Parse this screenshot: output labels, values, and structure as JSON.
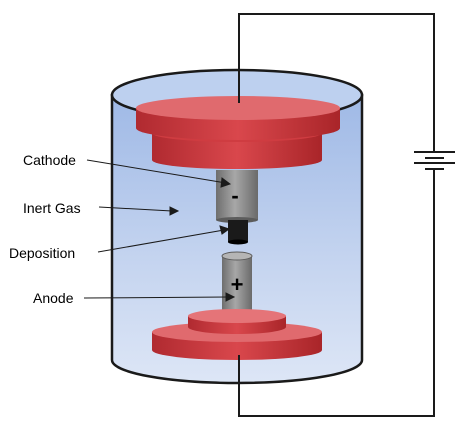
{
  "diagram": {
    "labels": {
      "cathode": "Cathode",
      "inert_gas": "Inert Gas",
      "deposition": "Deposition",
      "anode": "Anode"
    },
    "signs": {
      "cathode": "-",
      "anode": "+"
    },
    "colors": {
      "electrode_red": "#c8383d",
      "electrode_top": "#e06a6e",
      "chamber_fill": "#b7ccec",
      "rod_gray": "#8c8c8c",
      "deposit_black": "#1a1a1a",
      "wire": "#1a1a1a"
    },
    "icons": {
      "battery": "battery-icon"
    }
  }
}
